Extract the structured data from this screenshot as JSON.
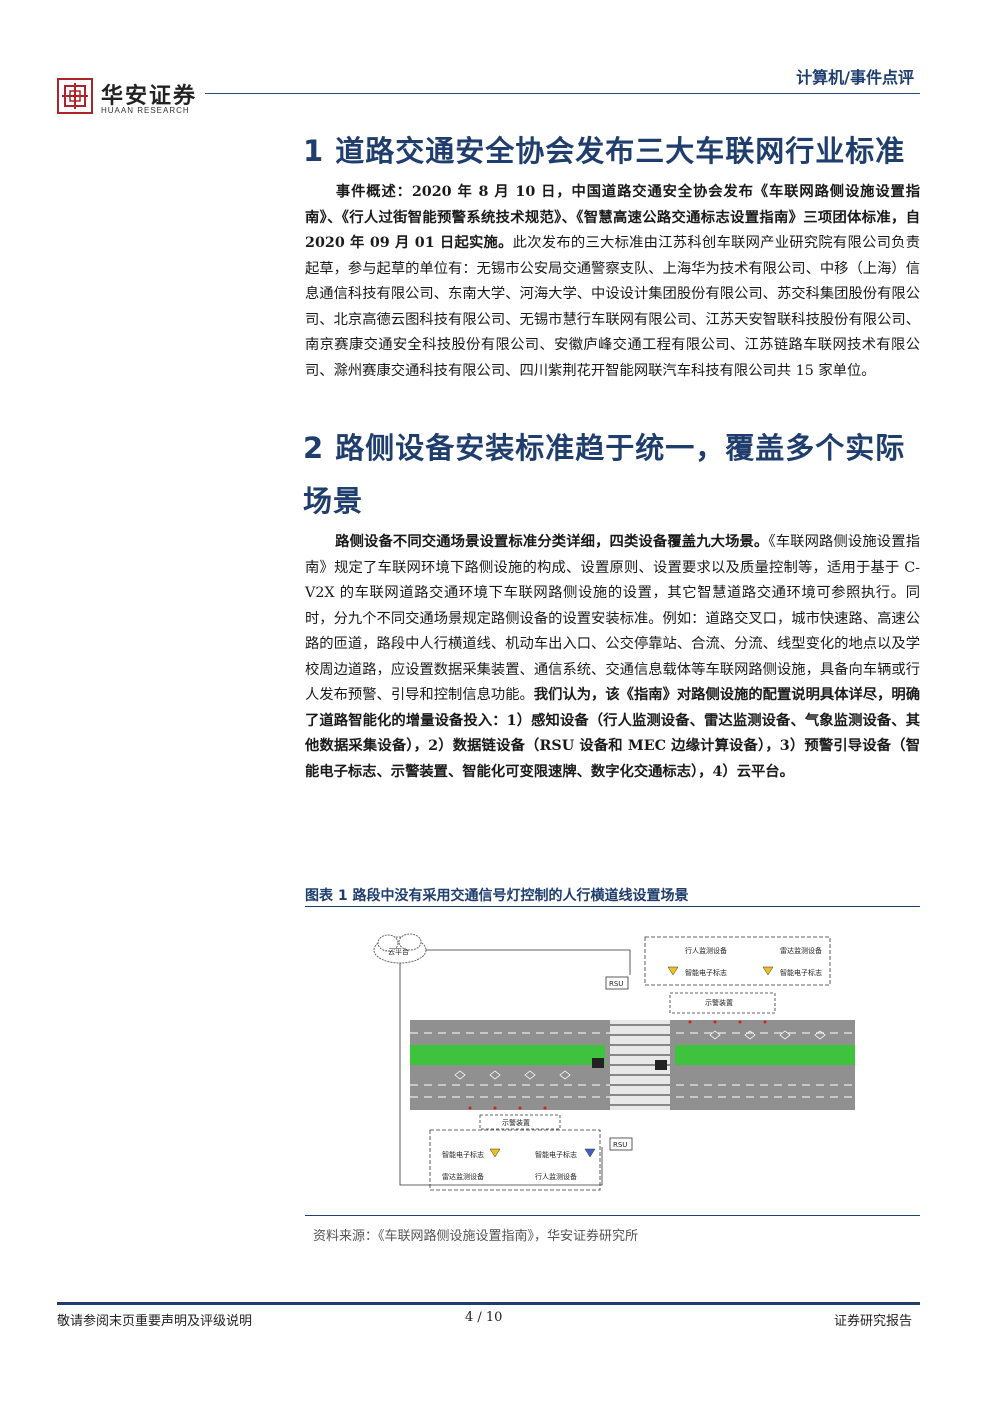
{
  "header": {
    "logo_cn": "华安证券",
    "logo_en": "HUAAN RESEARCH",
    "category": "计算机/事件点评"
  },
  "section1": {
    "heading": "1 道路交通安全协会发布三大车联网行业标准",
    "lead_bold": "事件概述：2020 年 8 月 10 日，中国道路交通安全协会发布《车联网路侧设施设置指南》、《行人过街智能预警系统技术规范》、《智慧高速公路交通标志设置指南》三项团体标准，自 2020 年 09 月 01 日起实施。",
    "body": "此次发布的三大标准由江苏科创车联网产业研究院有限公司负责起草，参与起草的单位有：无锡市公安局交通警察支队、上海华为技术有限公司、中移（上海）信息通信科技有限公司、东南大学、河海大学、中设设计集团股份有限公司、苏交科集团股份有限公司、北京高德云图科技有限公司、无锡市慧行车联网有限公司、江苏天安智联科技股份有限公司、南京赛康交通安全科技股份有限公司、安徽庐峰交通工程有限公司、江苏链路车联网技术有限公司、滁州赛康交通科技有限公司、四川紫荆花开智能网联汽车科技有限公司共 15 家单位。"
  },
  "section2": {
    "heading_line1": "2 路侧设备安装标准趋于统一，覆盖多个实际",
    "heading_line2": "场景",
    "lead_bold": "路侧设备不同交通场景设置标准分类详细，四类设备覆盖九大场景。",
    "body": "《车联网路侧设施设置指南》规定了车联网环境下路侧设施的构成、设置原则、设置要求以及质量控制等，适用于基于 C-V2X 的车联网道路交通环境下车联网路侧设施的设置，其它智慧道路交通环境可参照执行。同时，分九个不同交通场景规定路侧设备的设置安装标准。例如：道路交叉口，城市快速路、高速公路的匝道，路段中人行横道线、机动车出入口、公交停靠站、合流、分流、线型变化的地点以及学校周边道路，应设置数据采集装置、通信系统、交通信息载体等车联网路侧设施，具备向车辆或行人发布预警、引导和控制信息功能。",
    "tail_bold": "我们认为，该《指南》对路侧设施的配置说明具体详尽，明确了道路智能化的增量设备投入：1）感知设备（行人监测设备、雷达监测设备、气象监测设备、其他数据采集设备），2）数据链设备（RSU 设备和 MEC 边缘计算设备），3）预警引导设备（智能电子标志、示警装置、智能化可变限速牌、数字化交通标志），4）云平台。"
  },
  "figure": {
    "title": "图表 1 路段中没有采用交通信号灯控制的人行横道线设置场景",
    "source": "资料来源：《车联网路侧设施设置指南》，华安证券研究所",
    "labels": {
      "cloud": "云平台",
      "rsu_top": "RSU",
      "rsu_bottom": "RSU",
      "ped_monitor_top": "行人监测设备",
      "radar_top": "雷达监测设备",
      "esign_top_left": "智能电子标志",
      "esign_top_right": "智能电子标志",
      "warning_top": "示警装置",
      "warning_bottom": "示警装置",
      "esign_bottom_left": "智能电子标志",
      "esign_bottom_right": "智能电子标志",
      "radar_bottom": "雷达监测设备",
      "ped_monitor_bottom": "行人监测设备"
    }
  },
  "footer": {
    "left": "敬请参阅末页重要声明及评级说明",
    "page": "4 / 10",
    "right": "证券研究报告"
  },
  "colors": {
    "accent": "#1f3e6e",
    "brand_red": "#b0232a",
    "road_green": "#3fc33f"
  }
}
